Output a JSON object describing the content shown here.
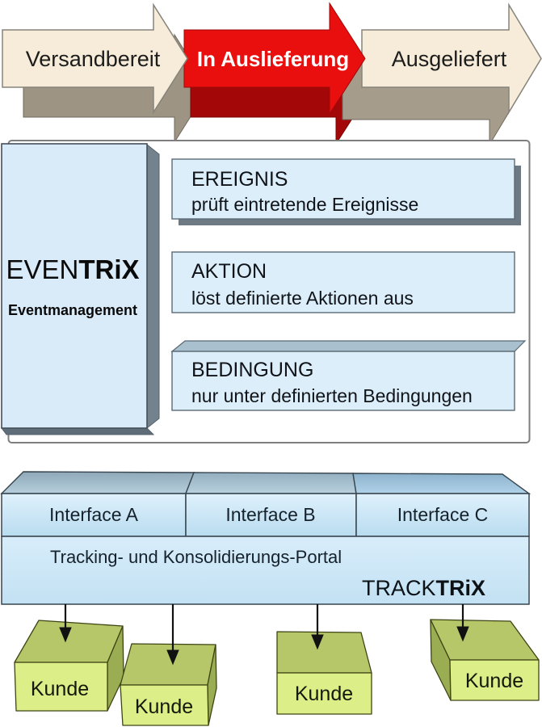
{
  "process_flow": {
    "steps": [
      {
        "label": "Versandbereit",
        "fill": "#f6ecd9",
        "shadow": "#9e9484",
        "text_color": "#1c1c1c"
      },
      {
        "label": "In Auslieferung",
        "fill": "#ea0f0f",
        "shadow": "#a30707",
        "text_color": "#ffffff"
      },
      {
        "label": "Ausgeliefert",
        "fill": "#f6ecd9",
        "shadow": "#a69c8b",
        "text_color": "#1c1c1c"
      }
    ]
  },
  "eventrix": {
    "brand_regular": "EVEN",
    "brand_bold": "TRiX",
    "subtitle": "Eventmanagement",
    "panel_fill": "#d9eaf9",
    "module_fill": "#ddeefb",
    "modules": [
      {
        "title": "EREIGNIS",
        "description": "prüft eintretende Ereignisse"
      },
      {
        "title": "AKTION",
        "description": "löst definierte Aktionen aus"
      },
      {
        "title": "BEDINGUNG",
        "description": "nur unter definierten Bedingungen"
      }
    ]
  },
  "tracktrix": {
    "interfaces": [
      {
        "label": "Interface A"
      },
      {
        "label": "Interface B"
      },
      {
        "label": "Interface C"
      }
    ],
    "portal_label": "Tracking- und Konsolidierungs-Portal",
    "brand_regular": "TRACK",
    "brand_bold": "TRiX"
  },
  "customers": {
    "label": "Kunde",
    "count": 4,
    "top_fill": "#b6c76a",
    "front_fill": "#dcee87",
    "side_fill": "#9aad52"
  }
}
